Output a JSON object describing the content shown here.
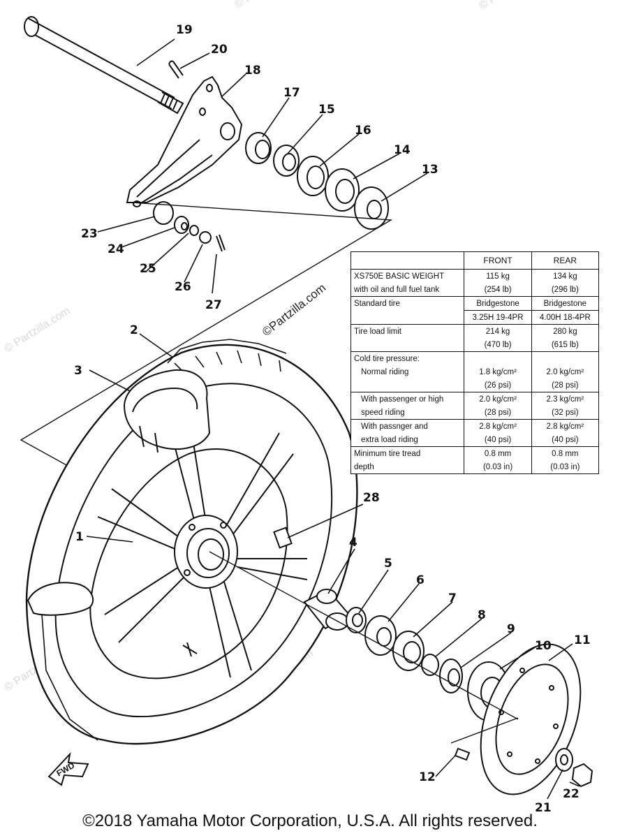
{
  "callouts": [
    "1",
    "2",
    "3",
    "4",
    "5",
    "6",
    "7",
    "8",
    "9",
    "10",
    "11",
    "12",
    "13",
    "14",
    "15",
    "16",
    "17",
    "18",
    "19",
    "20",
    "21",
    "22",
    "23",
    "24",
    "25",
    "26",
    "27",
    "28"
  ],
  "watermark": "© Partzilla.com",
  "center_watermark": "©Partzilla.com",
  "fwd_label": "FWD",
  "spec_table": {
    "headers": [
      "FRONT",
      "REAR"
    ],
    "rows": [
      [
        "XS750E BASIC WEIGHT",
        "115 kg",
        "134 kg"
      ],
      [
        "with oil and full fuel tank",
        "(254 lb)",
        "(296 lb)"
      ],
      [
        "Standard tire",
        "Bridgestone",
        "Bridgestone"
      ],
      [
        "",
        "3.25H 19-4PR",
        "4.00H 18-4PR"
      ],
      [
        "Tire load limit",
        "214 kg",
        "280 kg"
      ],
      [
        "",
        "(470 lb)",
        "(615 lb)"
      ],
      [
        "Cold tire pressure:",
        "",
        ""
      ],
      [
        "Normal riding",
        "1.8 kg/cm²",
        "2.0 kg/cm²"
      ],
      [
        "",
        "(26 psi)",
        "(28 psi)"
      ],
      [
        "With passenger or high",
        "2.0 kg/cm²",
        "2.3 kg/cm²"
      ],
      [
        "speed riding",
        "(28 psi)",
        "(32 psi)"
      ],
      [
        "With passnger and",
        "2.8 kg/cm²",
        "2.8 kg/cm²"
      ],
      [
        "extra load riding",
        "(40 psi)",
        "(40 psi)"
      ],
      [
        "Minimum tire tread",
        "0.8 mm",
        "0.8 mm"
      ],
      [
        "depth",
        "(0.03 in)",
        "(0.03 in)"
      ]
    ]
  },
  "copyright": "©2018 Yamaha Motor Corporation, U.S.A. All rights reserved."
}
